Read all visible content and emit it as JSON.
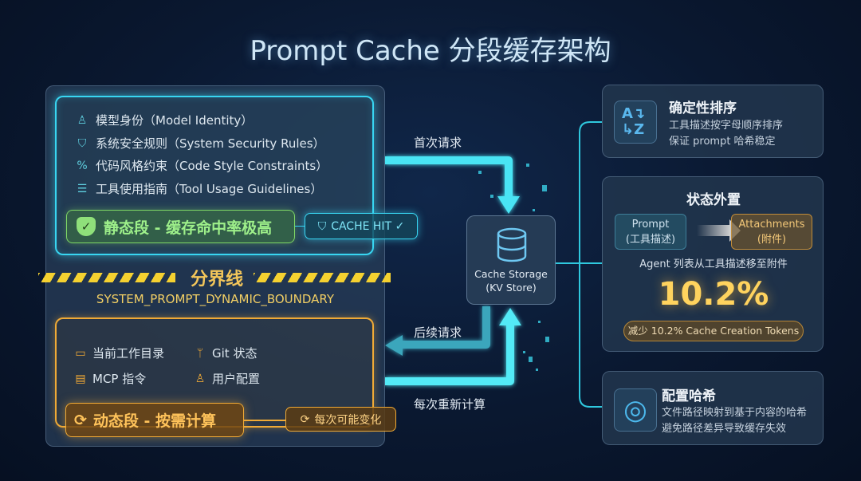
{
  "title": "Prompt Cache 分段缓存架构",
  "colors": {
    "static": "#38d6f2",
    "dynamic": "#f0aa36",
    "hit_green": "#7fd866",
    "boundary": "#f5d130"
  },
  "static_segment": {
    "items": [
      {
        "icon": "user-icon",
        "label": "模型身份（Model Identity）"
      },
      {
        "icon": "shield-check-icon",
        "label": "系统安全规则（System Security Rules）"
      },
      {
        "icon": "code-style-icon",
        "label": "代码风格约束（Code Style Constraints）"
      },
      {
        "icon": "list-icon",
        "label": "工具使用指南（Tool Usage Guidelines）"
      }
    ],
    "badge": "静态段 - 缓存命中率极高",
    "cache_hit": "CACHE HIT ✓"
  },
  "boundary": {
    "label": "分界线",
    "code": "SYSTEM_PROMPT_DYNAMIC_BOUNDARY"
  },
  "dynamic_segment": {
    "items": [
      {
        "icon": "folder-icon",
        "label": "当前工作目录"
      },
      {
        "icon": "git-branch-icon",
        "label": "Git 状态"
      },
      {
        "icon": "document-icon",
        "label": "MCP 指令"
      },
      {
        "icon": "user-icon",
        "label": "用户配置"
      }
    ],
    "badge": "动态段 - 按需计算",
    "change": "每次可能变化"
  },
  "flows": {
    "first": "首次请求",
    "subsequent": "后续请求",
    "recompute": "每次重新计算"
  },
  "storage": {
    "line1": "Cache Storage",
    "line2": "(KV Store)"
  },
  "cards": {
    "sort": {
      "title": "确定性排序",
      "line1": "工具描述按字母顺序排序",
      "line2": "保证 prompt 哈希稳定"
    },
    "state": {
      "title": "状态外置",
      "from1": "Prompt",
      "from2": "(工具描述)",
      "to1": "Attachments",
      "to2": "(附件)",
      "desc": "Agent 列表从工具描述移至附件",
      "value": "10.2%",
      "pill": "减少 10.2% Cache Creation Tokens"
    },
    "hash": {
      "title": "配置哈希",
      "line1": "文件路径映射到基于内容的哈希",
      "line2": "避免路径差异导致缓存失效"
    }
  }
}
